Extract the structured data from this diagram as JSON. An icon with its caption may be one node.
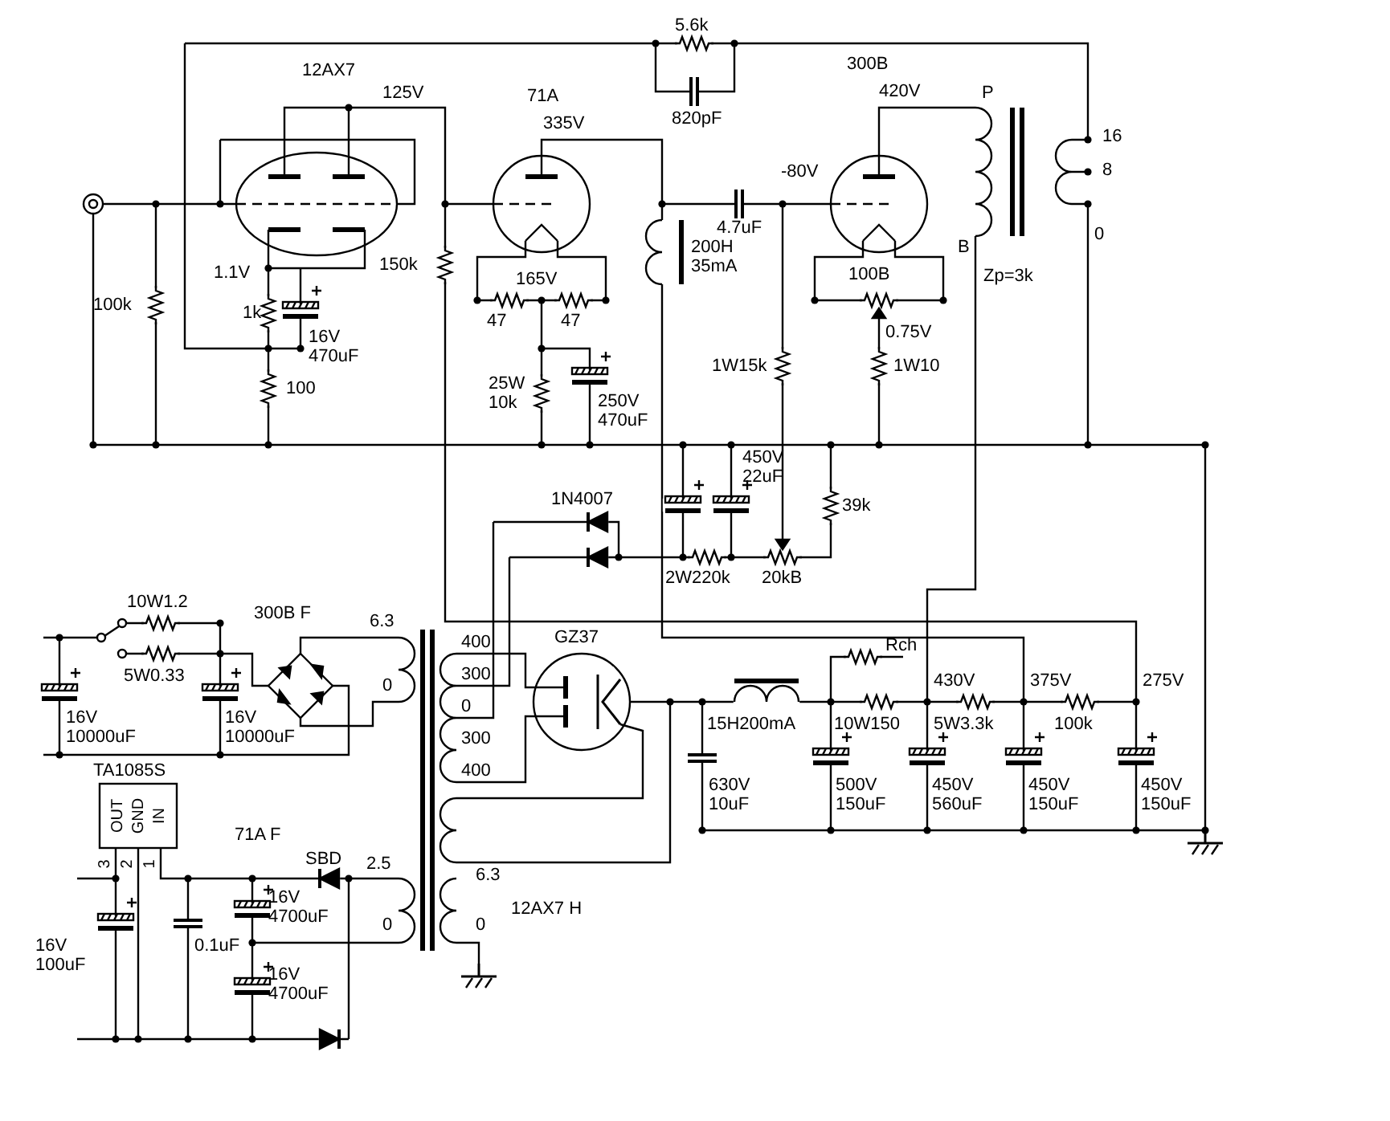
{
  "diagram": {
    "labels": [
      "5.6k",
      "12AX7",
      "300B",
      "125V",
      "71A",
      "420V",
      "P",
      "335V",
      "820pF",
      "16",
      "-80V",
      "8",
      "200H 35mA",
      "4.7uF",
      "B",
      "0",
      "1.1V",
      "150k",
      "165V",
      "100B",
      "Zp=3k",
      "100k",
      "1k",
      "47",
      "47",
      "16V 470uF",
      "0.75V",
      "1W15k",
      "1W10",
      "100",
      "25W 10k",
      "250V 470uF",
      "450V 22uF",
      "1N4007",
      "39k",
      "2W220k",
      "20kB",
      "10W1.2",
      "300B F",
      "6.3",
      "400",
      "GZ37",
      "Rch",
      "5W0.33",
      "0",
      "300",
      "430V",
      "375V",
      "275V",
      "0",
      "16V 10000uF",
      "16V 10000uF",
      "15H200mA",
      "10W150",
      "5W3.3k",
      "100k",
      "300",
      "TA1085S",
      "400",
      "630V 10uF",
      "500V 150uF",
      "450V 560uF",
      "450V 150uF",
      "450V 150uF",
      "OUT",
      "GND",
      "IN",
      "71A F",
      "3",
      "2",
      "1",
      "SBD",
      "2.5",
      "6.3",
      "16V 4700uF",
      "12AX7 H",
      "0",
      "0",
      "16V 100uF",
      "0.1uF",
      "16V 4700uF"
    ]
  }
}
